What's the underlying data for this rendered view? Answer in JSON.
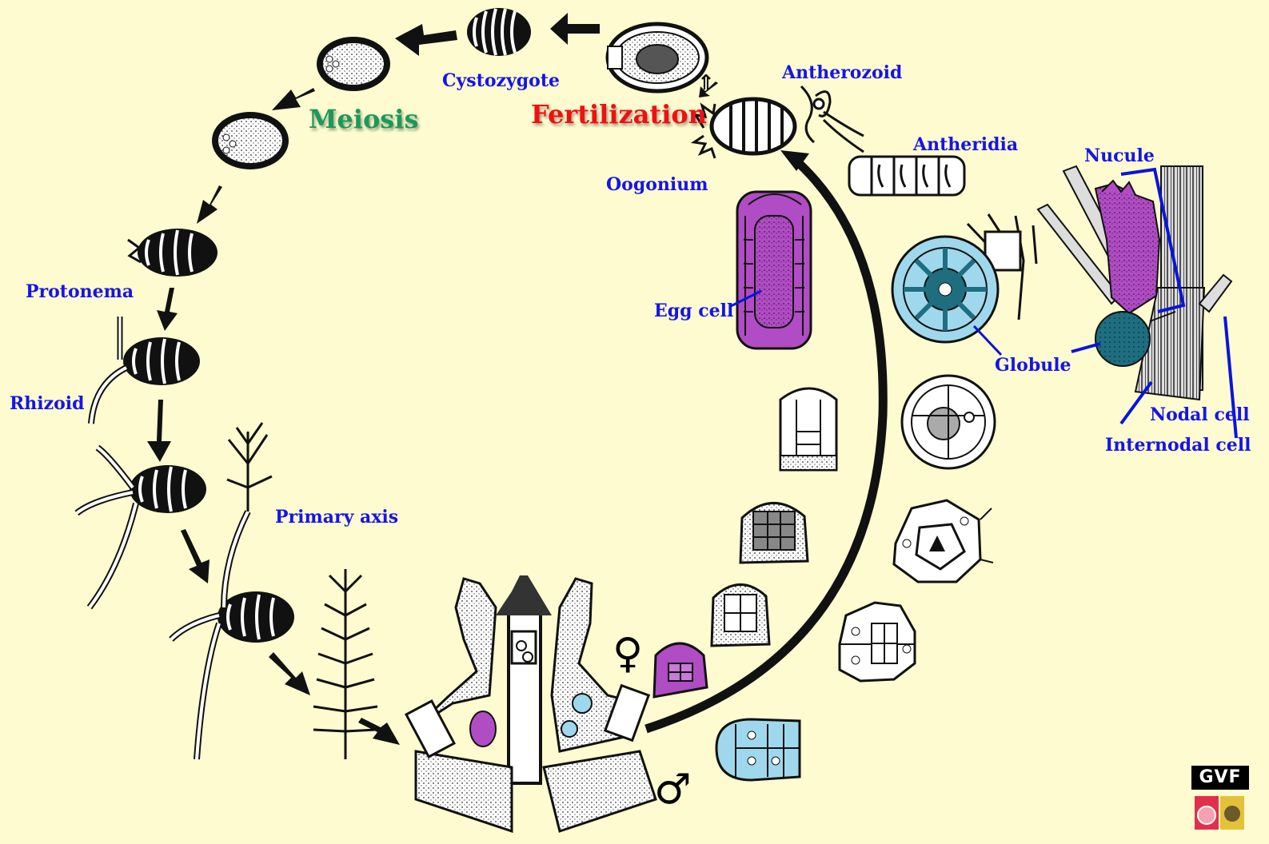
{
  "labels": {
    "cystozygote": "Cystozygote",
    "meiosis": "Meiosis",
    "fertilization": "Fertilization",
    "antherozoid": "Antherozoid",
    "antheridia": "Antheridia",
    "oogonium": "Oogonium",
    "nucule": "Nucule",
    "protonema": "Protonema",
    "egg_cell": "Egg cell",
    "globule": "Globule",
    "rhizoid": "Rhizoid",
    "nodal_cell": "Nodal cell",
    "internodal_cell": "Internodal cell",
    "primary_axis": "Primary axis"
  },
  "symbols": {
    "female": "♀",
    "male": "♂"
  },
  "logo": {
    "text": "GVF"
  },
  "colors": {
    "background": "#fdfbcf",
    "label": "#1515e8",
    "meiosis": "#1a9a5a",
    "fertilization": "#f01010",
    "female_tissue": "#b04cc4",
    "male_tissue": "#9fd8ec",
    "globule_dark": "#1e6e80"
  }
}
